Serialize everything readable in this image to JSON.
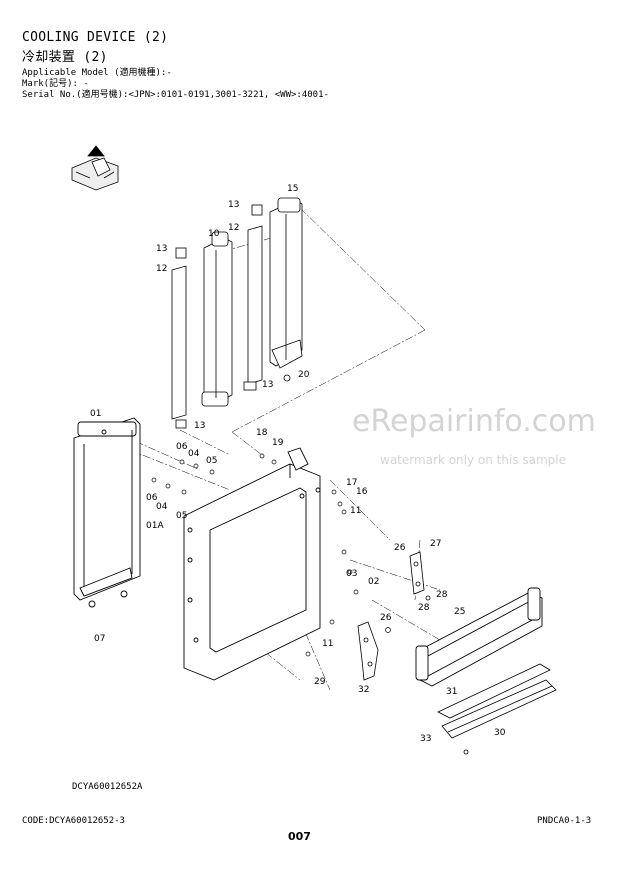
{
  "header": {
    "title_en": "COOLING DEVICE (2)",
    "title_jp": "冷却装置 (2)",
    "applicable_model": "Applicable Model (適用機種):-",
    "mark": "Mark(記号): -",
    "serial": "Serial No.(適用号機):<JPN>:0101-0191,3001-3221, <WW>:4001-"
  },
  "watermark": {
    "site": "eRepairinfo.com",
    "note": "watermark only on this sample"
  },
  "diagram": {
    "code": "DCYA60012652A",
    "callouts": [
      "15",
      "13",
      "12",
      "10",
      "13",
      "12",
      "13",
      "20",
      "13",
      "01",
      "18",
      "19",
      "06",
      "04",
      "05",
      "17",
      "16",
      "11",
      "06",
      "04",
      "05",
      "01A",
      "03",
      "02",
      "26",
      "27",
      "28",
      "25",
      "28",
      "26",
      "07",
      "11",
      "29",
      "32",
      "31",
      "30",
      "33"
    ]
  },
  "footer": {
    "code": "CODE:DCYA60012652-3",
    "page": "007",
    "ref": "PNDCA0-1-3"
  }
}
